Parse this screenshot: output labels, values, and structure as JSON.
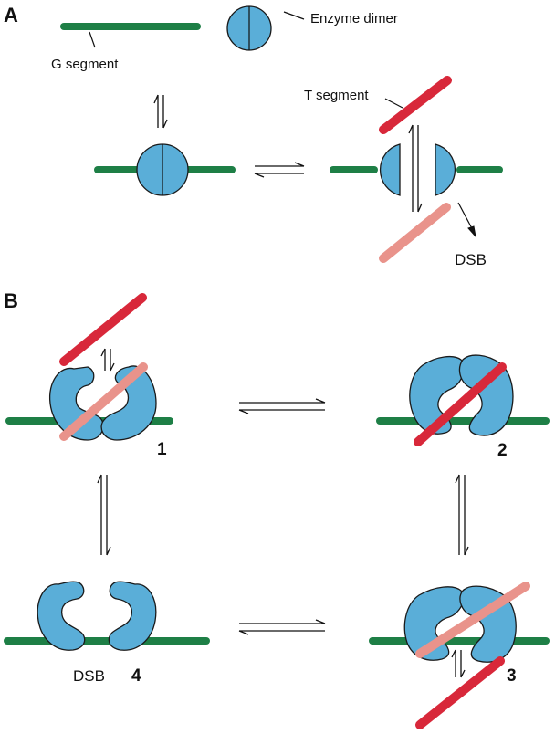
{
  "panels": {
    "a": {
      "label": "A",
      "g_segment_label": "G segment",
      "enzyme_dimer_label": "Enzyme dimer",
      "t_segment_label": "T segment",
      "dsb_label": "DSB"
    },
    "b": {
      "label": "B",
      "states": [
        "1",
        "2",
        "3",
        "4"
      ],
      "dsb_label": "DSB"
    }
  },
  "colors": {
    "g_segment": "#1e7f46",
    "t_segment": "#d8283a",
    "t_segment_cleaved": "#e9938b",
    "enzyme": "#5aaed8"
  }
}
